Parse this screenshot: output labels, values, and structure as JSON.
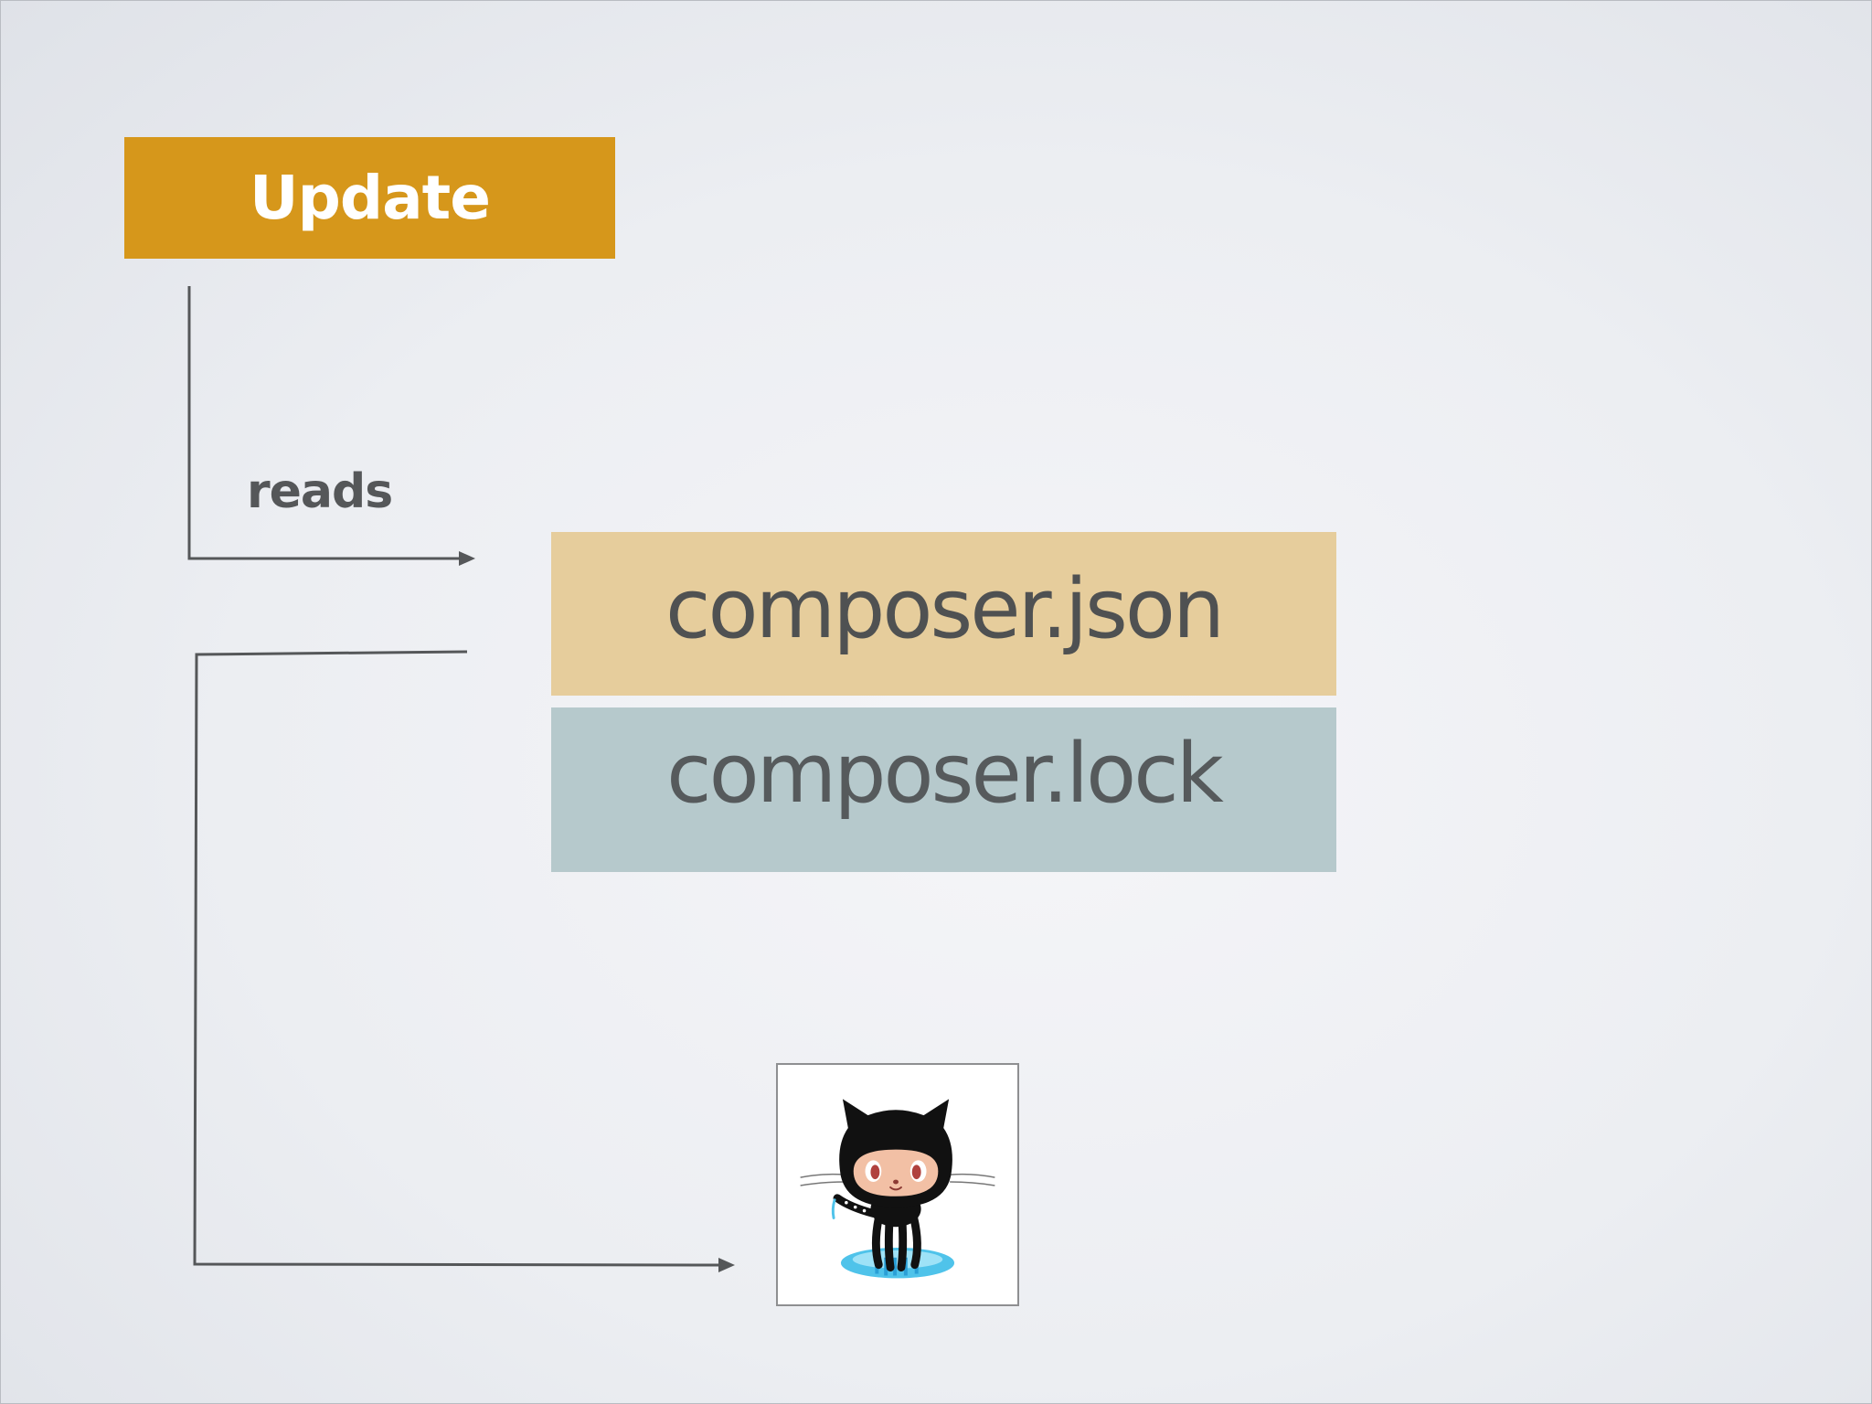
{
  "update_box": {
    "label": "Update",
    "color": "#d6971b"
  },
  "connector": {
    "reads_label": "reads",
    "line_color": "#555759"
  },
  "files": {
    "json_label": "composer.json",
    "json_color": "#e6cd9c",
    "lock_label": "composer.lock",
    "lock_color": "#b6c9cc"
  },
  "octocat": {
    "icon": "octocat-icon"
  }
}
